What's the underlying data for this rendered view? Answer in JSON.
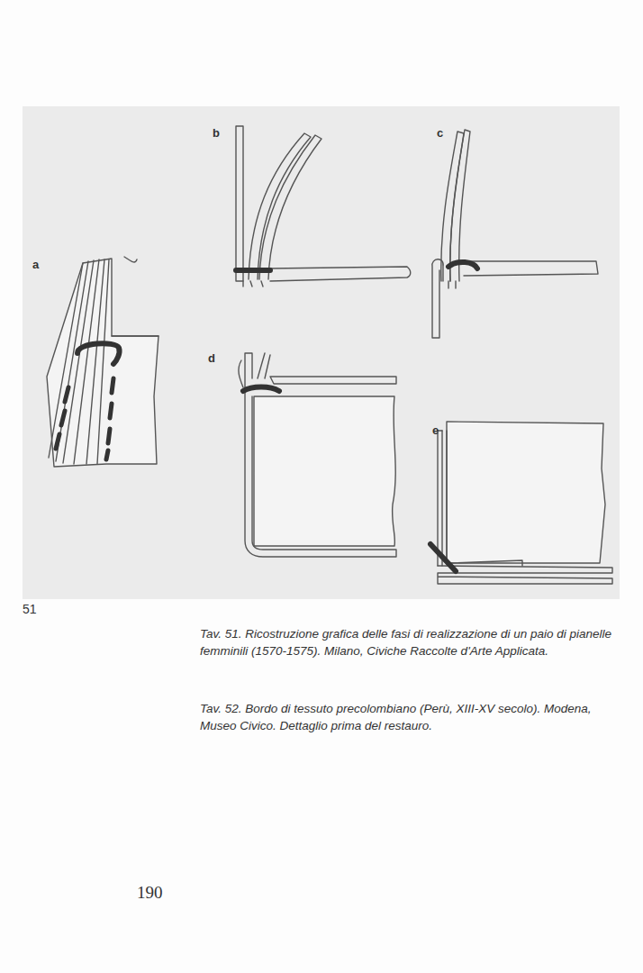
{
  "diagram": {
    "caption": "Tav. 51. Ricostruzione grafica delle fasi di realizzazione di un paio di pianelle femminili (1570-1575). Milano, Civiche Raccolte d'Arte Applicata.",
    "labels": [
      "b",
      "c",
      "a",
      "d",
      "e",
      "51",
      "Tav. 52. Bordo di tessuto precolombiano (Perù, XIII-XV secolo). Modena, Museo Civico. Dettaglio prima del restauro.",
      "190"
    ]
  }
}
